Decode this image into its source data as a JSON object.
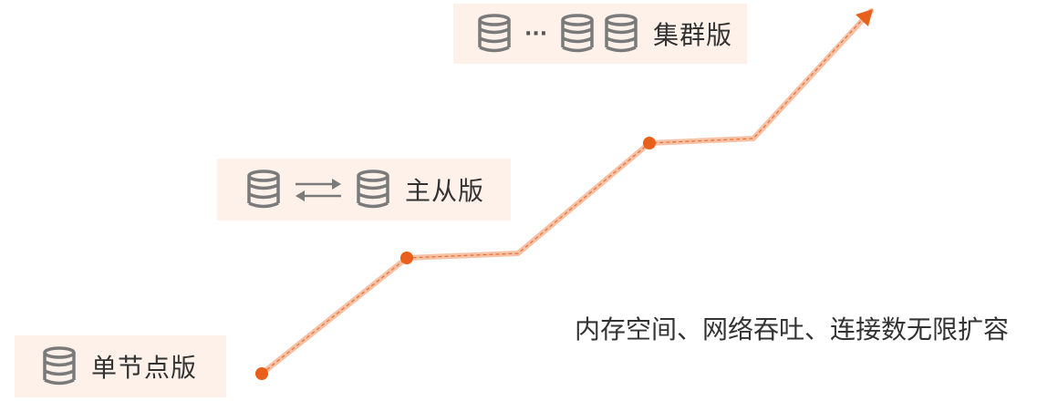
{
  "tiers": {
    "single": {
      "label": "单节点版",
      "icon": "database-icon"
    },
    "replica": {
      "label": "主从版",
      "icons": [
        "database-icon",
        "sync-arrows-icon",
        "database-icon"
      ]
    },
    "cluster": {
      "label": "集群版",
      "ellipsis": "···",
      "icons": [
        "database-icon",
        "ellipsis",
        "database-icon",
        "database-icon"
      ]
    }
  },
  "caption": "内存空间、网络吞吐、连接数无限扩容",
  "colors": {
    "accent": "#e8601c",
    "path": "#f6c1a4",
    "tier_bg": "#fdf1ea",
    "icon": "#7a7a7a",
    "text": "#333333"
  }
}
